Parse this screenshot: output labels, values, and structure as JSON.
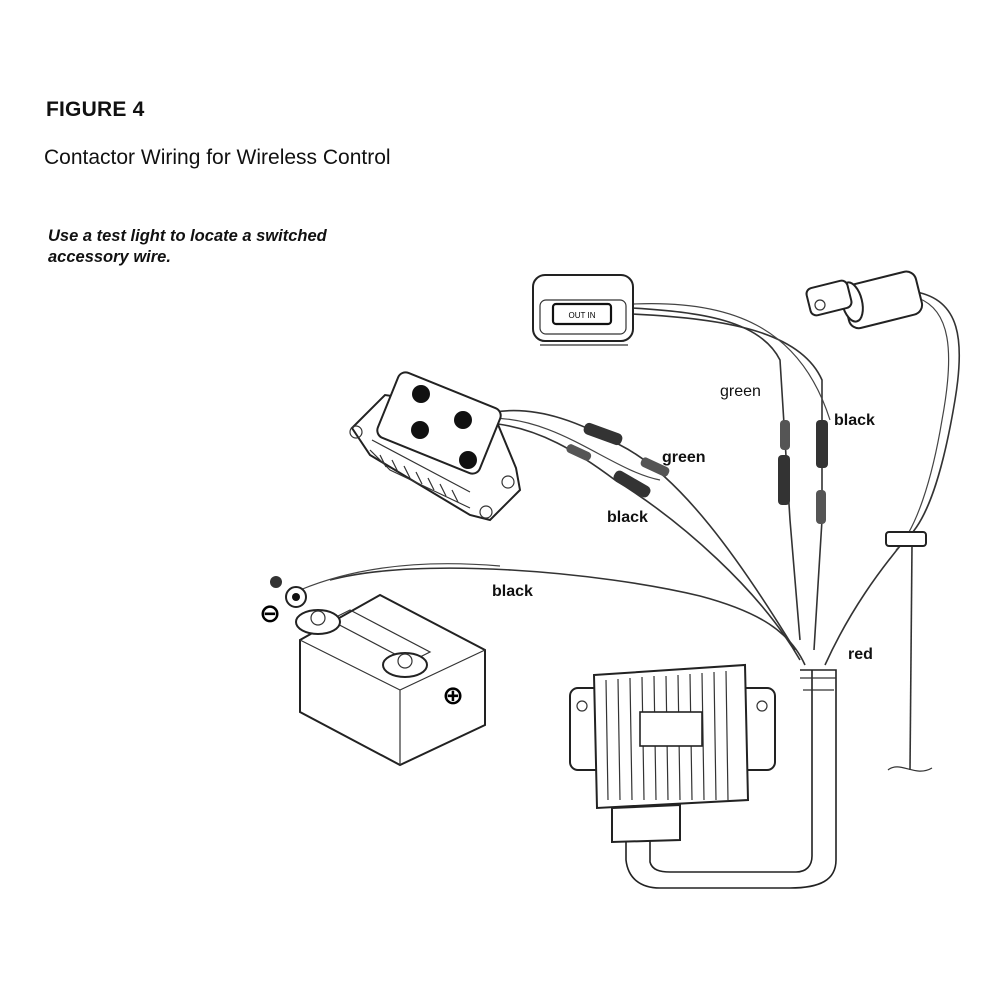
{
  "figure": {
    "title": "FIGURE 4",
    "subtitle": "Contactor Wiring for Wireless Control",
    "note": "Use a test light to locate a switched accessory wire."
  },
  "switch": {
    "label": "OUT   IN"
  },
  "wire_labels": {
    "switch_green": "green",
    "switch_black": "black",
    "contactor_green": "green",
    "contactor_black": "black",
    "battery_black": "black",
    "ignition_red": "red"
  },
  "battery": {
    "negative_symbol": "⊖",
    "positive_symbol": "⊕"
  }
}
